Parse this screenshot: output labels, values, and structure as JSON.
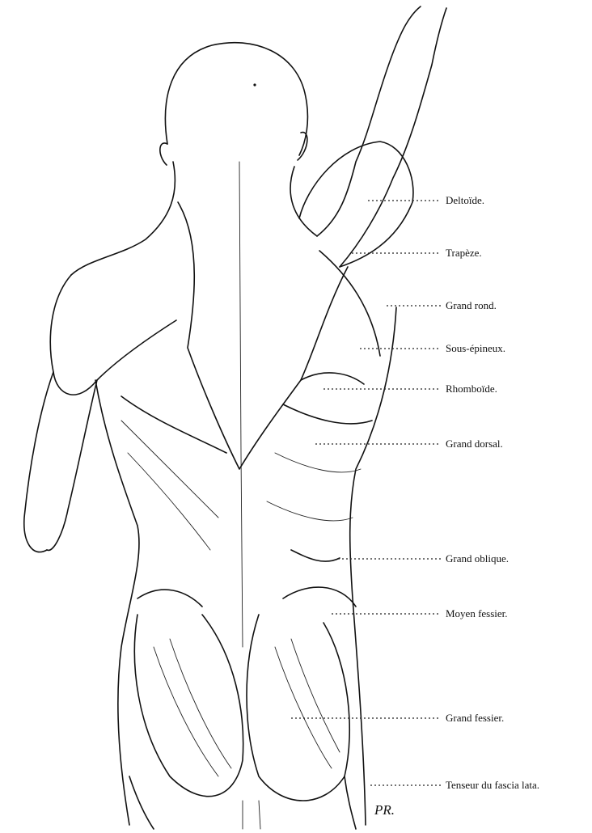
{
  "labels": {
    "deltoide": "Deltoïde.",
    "trapeze": "Trapèze.",
    "grand_rond": "Grand rond.",
    "sous_epineux": "Sous-épineux.",
    "rhomboide": "Rhomboïde.",
    "grand_dorsal": "Grand dorsal.",
    "grand_oblique": "Grand oblique.",
    "moyen_fessier": "Moyen fessier.",
    "grand_fessier": "Grand fessier.",
    "tenseur": "Tenseur du fascia lata."
  },
  "signature": "PR."
}
